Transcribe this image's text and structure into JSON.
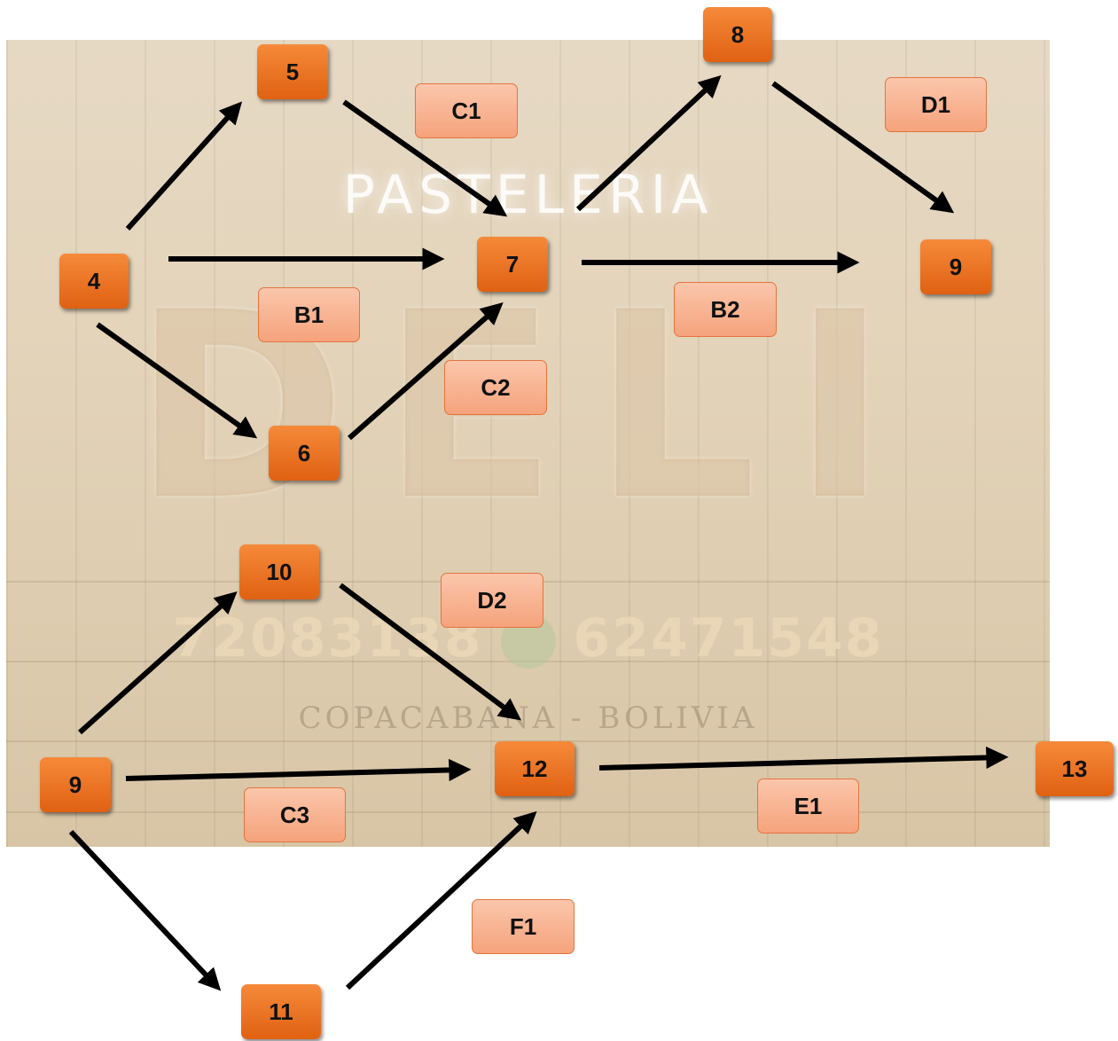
{
  "background": {
    "title_small": "PASTELERIA",
    "title_big": "DELI",
    "phone1": "72083138",
    "phone2": "62471548",
    "location": "COPACABANA - BOLIVIA",
    "wood_color": "#e3d3b9"
  },
  "colors": {
    "node_fill": "#ee7424",
    "label_fill": "#f8b090",
    "label_border": "#e4743e",
    "arrow": "#000000"
  },
  "nodes": [
    {
      "id": "n4",
      "text": "4"
    },
    {
      "id": "n5",
      "text": "5"
    },
    {
      "id": "n6",
      "text": "6"
    },
    {
      "id": "n7",
      "text": "7"
    },
    {
      "id": "n8",
      "text": "8"
    },
    {
      "id": "n9a",
      "text": "9"
    },
    {
      "id": "n9b",
      "text": "9"
    },
    {
      "id": "n10",
      "text": "10"
    },
    {
      "id": "n11",
      "text": "11"
    },
    {
      "id": "n12",
      "text": "12"
    },
    {
      "id": "n13",
      "text": "13"
    }
  ],
  "labels": [
    {
      "id": "C1",
      "text": "C1"
    },
    {
      "id": "D1",
      "text": "D1"
    },
    {
      "id": "B1",
      "text": "B1"
    },
    {
      "id": "B2",
      "text": "B2"
    },
    {
      "id": "C2",
      "text": "C2"
    },
    {
      "id": "D2",
      "text": "D2"
    },
    {
      "id": "C3",
      "text": "C3"
    },
    {
      "id": "E1",
      "text": "E1"
    },
    {
      "id": "F1",
      "text": "F1"
    }
  ],
  "edges": [
    {
      "from": "4",
      "to": "5"
    },
    {
      "from": "4",
      "to": "7"
    },
    {
      "from": "4",
      "to": "6"
    },
    {
      "from": "5",
      "to": "7"
    },
    {
      "from": "6",
      "to": "7"
    },
    {
      "from": "7",
      "to": "8"
    },
    {
      "from": "7",
      "to": "9"
    },
    {
      "from": "8",
      "to": "9"
    },
    {
      "from": "9",
      "to": "10"
    },
    {
      "from": "9",
      "to": "12"
    },
    {
      "from": "9",
      "to": "11"
    },
    {
      "from": "10",
      "to": "12"
    },
    {
      "from": "11",
      "to": "12"
    },
    {
      "from": "12",
      "to": "13"
    }
  ]
}
